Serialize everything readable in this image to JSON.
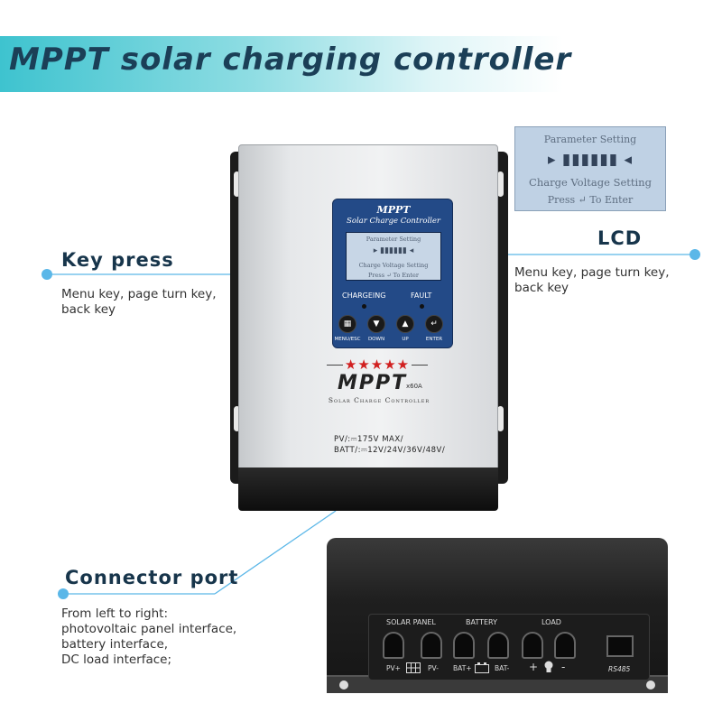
{
  "title": "MPPT solar charging controller",
  "callouts": {
    "key_press": {
      "heading": "Key press",
      "lines": [
        "Menu key, page turn key,",
        "back key"
      ]
    },
    "lcd": {
      "heading": "LCD",
      "lines": [
        "Menu key, page turn key,",
        "back key"
      ]
    },
    "connector": {
      "heading": "Connector port",
      "lines": [
        "From left to right:",
        "photovoltaic panel interface,",
        "battery interface,",
        "DC load interface;"
      ]
    }
  },
  "lcd_screen": {
    "line1": "Parameter Setting",
    "line2": "▸ ▮▮▮▮▮▮ ◂",
    "line3": "Charge Voltage Setting",
    "line4": "Press ↵ To Enter"
  },
  "device": {
    "face_brand": "MPPT",
    "face_subtitle": "Solar Charge Controller",
    "indicator_charging": "CHARGEING",
    "indicator_fault": "FAULT",
    "buttons": [
      {
        "label": "MENU/ESC",
        "glyph": "▦"
      },
      {
        "label": "DOWN",
        "glyph": "▼"
      },
      {
        "label": "UP",
        "glyph": "▲"
      },
      {
        "label": "ENTER",
        "glyph": "↵"
      }
    ],
    "stars": "★★★★★",
    "brand": "MPPT",
    "model": "x60A",
    "brand_subtitle": "Solar Charge Controller",
    "spec_pv": "PV/:⎓175V MAX/",
    "spec_batt": "BATT/:⎓12V/24V/36V/48V/"
  },
  "connector_panel": {
    "groups": [
      "SOLAR PANEL",
      "BATTERY",
      "LOAD"
    ],
    "terminal_labels": [
      "PV+",
      "PV-",
      "BAT+",
      "BAT-",
      "+",
      "-"
    ],
    "comm_port": "RS485"
  },
  "colors": {
    "banner_start": "#3ec3cf",
    "title_text": "#1b3f57",
    "leader_line": "#5bb7e8",
    "face_blue": "#234a87",
    "lcd_bg": "#bfd1e4",
    "star_red": "#d11f1f"
  }
}
